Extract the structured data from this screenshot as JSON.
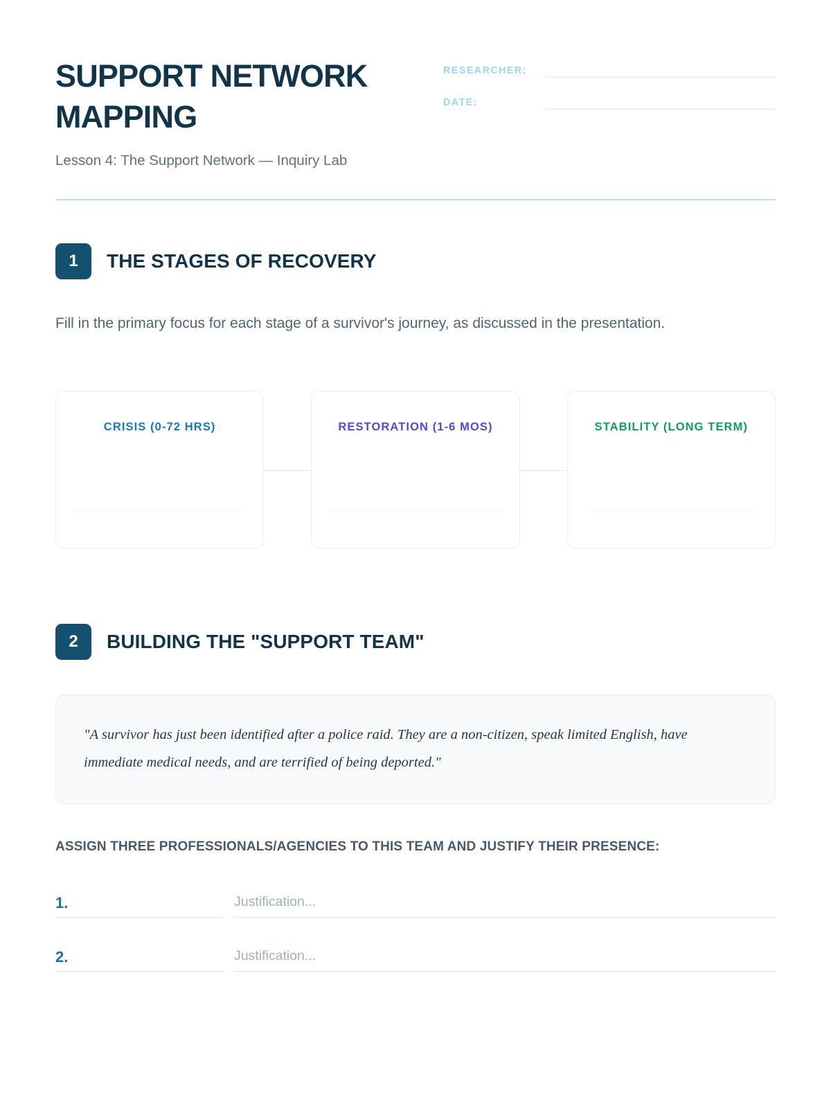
{
  "header": {
    "title": "SUPPORT NETWORK MAPPING",
    "subtitle": "Lesson 4: The Support Network — Inquiry Lab",
    "researcher_label": "RESEARCHER:",
    "date_label": "DATE:",
    "researcher_value": "",
    "date_value": "",
    "rule_color": "#b9e2fa"
  },
  "sections": [
    {
      "number": "1",
      "title": "THE STAGES OF RECOVERY",
      "intro": "Fill in the primary focus for each stage of a survivor's journey, as discussed in the presentation.",
      "stages": [
        {
          "label": "CRISIS (0-72 HRS)",
          "color": "#1279c4",
          "value": ""
        },
        {
          "label": "RESTORATION (1-6 MOS)",
          "color": "#4f46e5",
          "value": ""
        },
        {
          "label": "STABILITY (LONG TERM)",
          "color": "#0da15a",
          "value": ""
        }
      ]
    },
    {
      "number": "2",
      "title": "BUILDING THE \"SUPPORT TEAM\"",
      "scenario": "\"A survivor has just been identified after a police raid. They are a non-citizen, speak limited English, have immediate medical needs, and are terrified of being deported.\"",
      "assign_prompt": "ASSIGN THREE PROFESSIONALS/AGENCIES TO THIS TEAM AND JUSTIFY THEIR PRESENCE:",
      "assignments": [
        {
          "number": "1.",
          "name_value": "",
          "justification_placeholder": "Justification..."
        },
        {
          "number": "2.",
          "name_value": "",
          "justification_placeholder": "Justification..."
        }
      ]
    }
  ],
  "theme": {
    "navy": "#10344a",
    "badge_bg": "#14506f",
    "accent_blue": "#1a6fab",
    "label_blue": "#9ad8f7",
    "muted_text": "#5d7286"
  }
}
